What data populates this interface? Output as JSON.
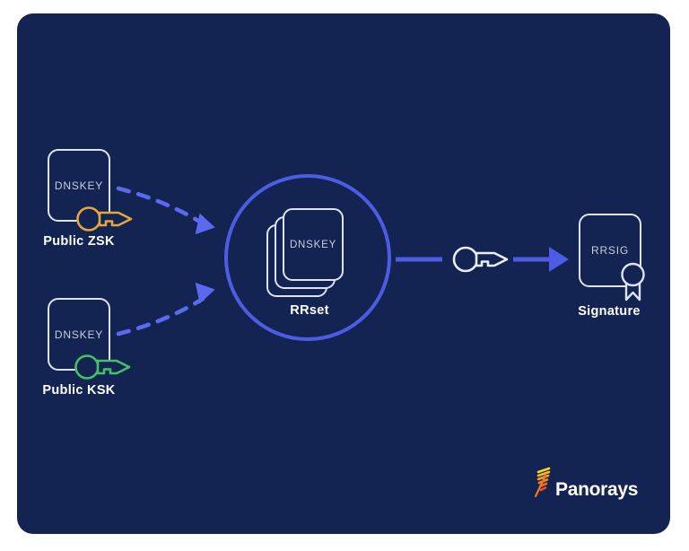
{
  "colors": {
    "page_bg": "#ffffff",
    "card_bg": "#132452",
    "accent": "#4c5de3",
    "dashed": "#5a6aee",
    "doc_border": "#dde3ef",
    "doc_text": "#c7cedd",
    "label_text": "#ffffff",
    "zsk_key": "#e4a63d",
    "ksk_key": "#44c167",
    "sign_key": "#e9edf6",
    "stripe_1": "#ffd21e",
    "stripe_2": "#fcb91a",
    "stripe_3": "#f9a01d",
    "stripe_4": "#f4851f",
    "stripe_5": "#ef6a21",
    "stripe_6": "#ea5020",
    "stripe_stem": "#f0741f"
  },
  "nodes": {
    "zsk": {
      "doc_label": "DNSKEY",
      "caption": "Public ZSK"
    },
    "ksk": {
      "doc_label": "DNSKEY",
      "caption": "Public KSK"
    },
    "rrset": {
      "doc_label": "DNSKEY",
      "caption": "RRset"
    },
    "signature": {
      "doc_label": "RRSIG",
      "caption": "Signature"
    }
  },
  "logo": {
    "brand": "Panorays"
  }
}
